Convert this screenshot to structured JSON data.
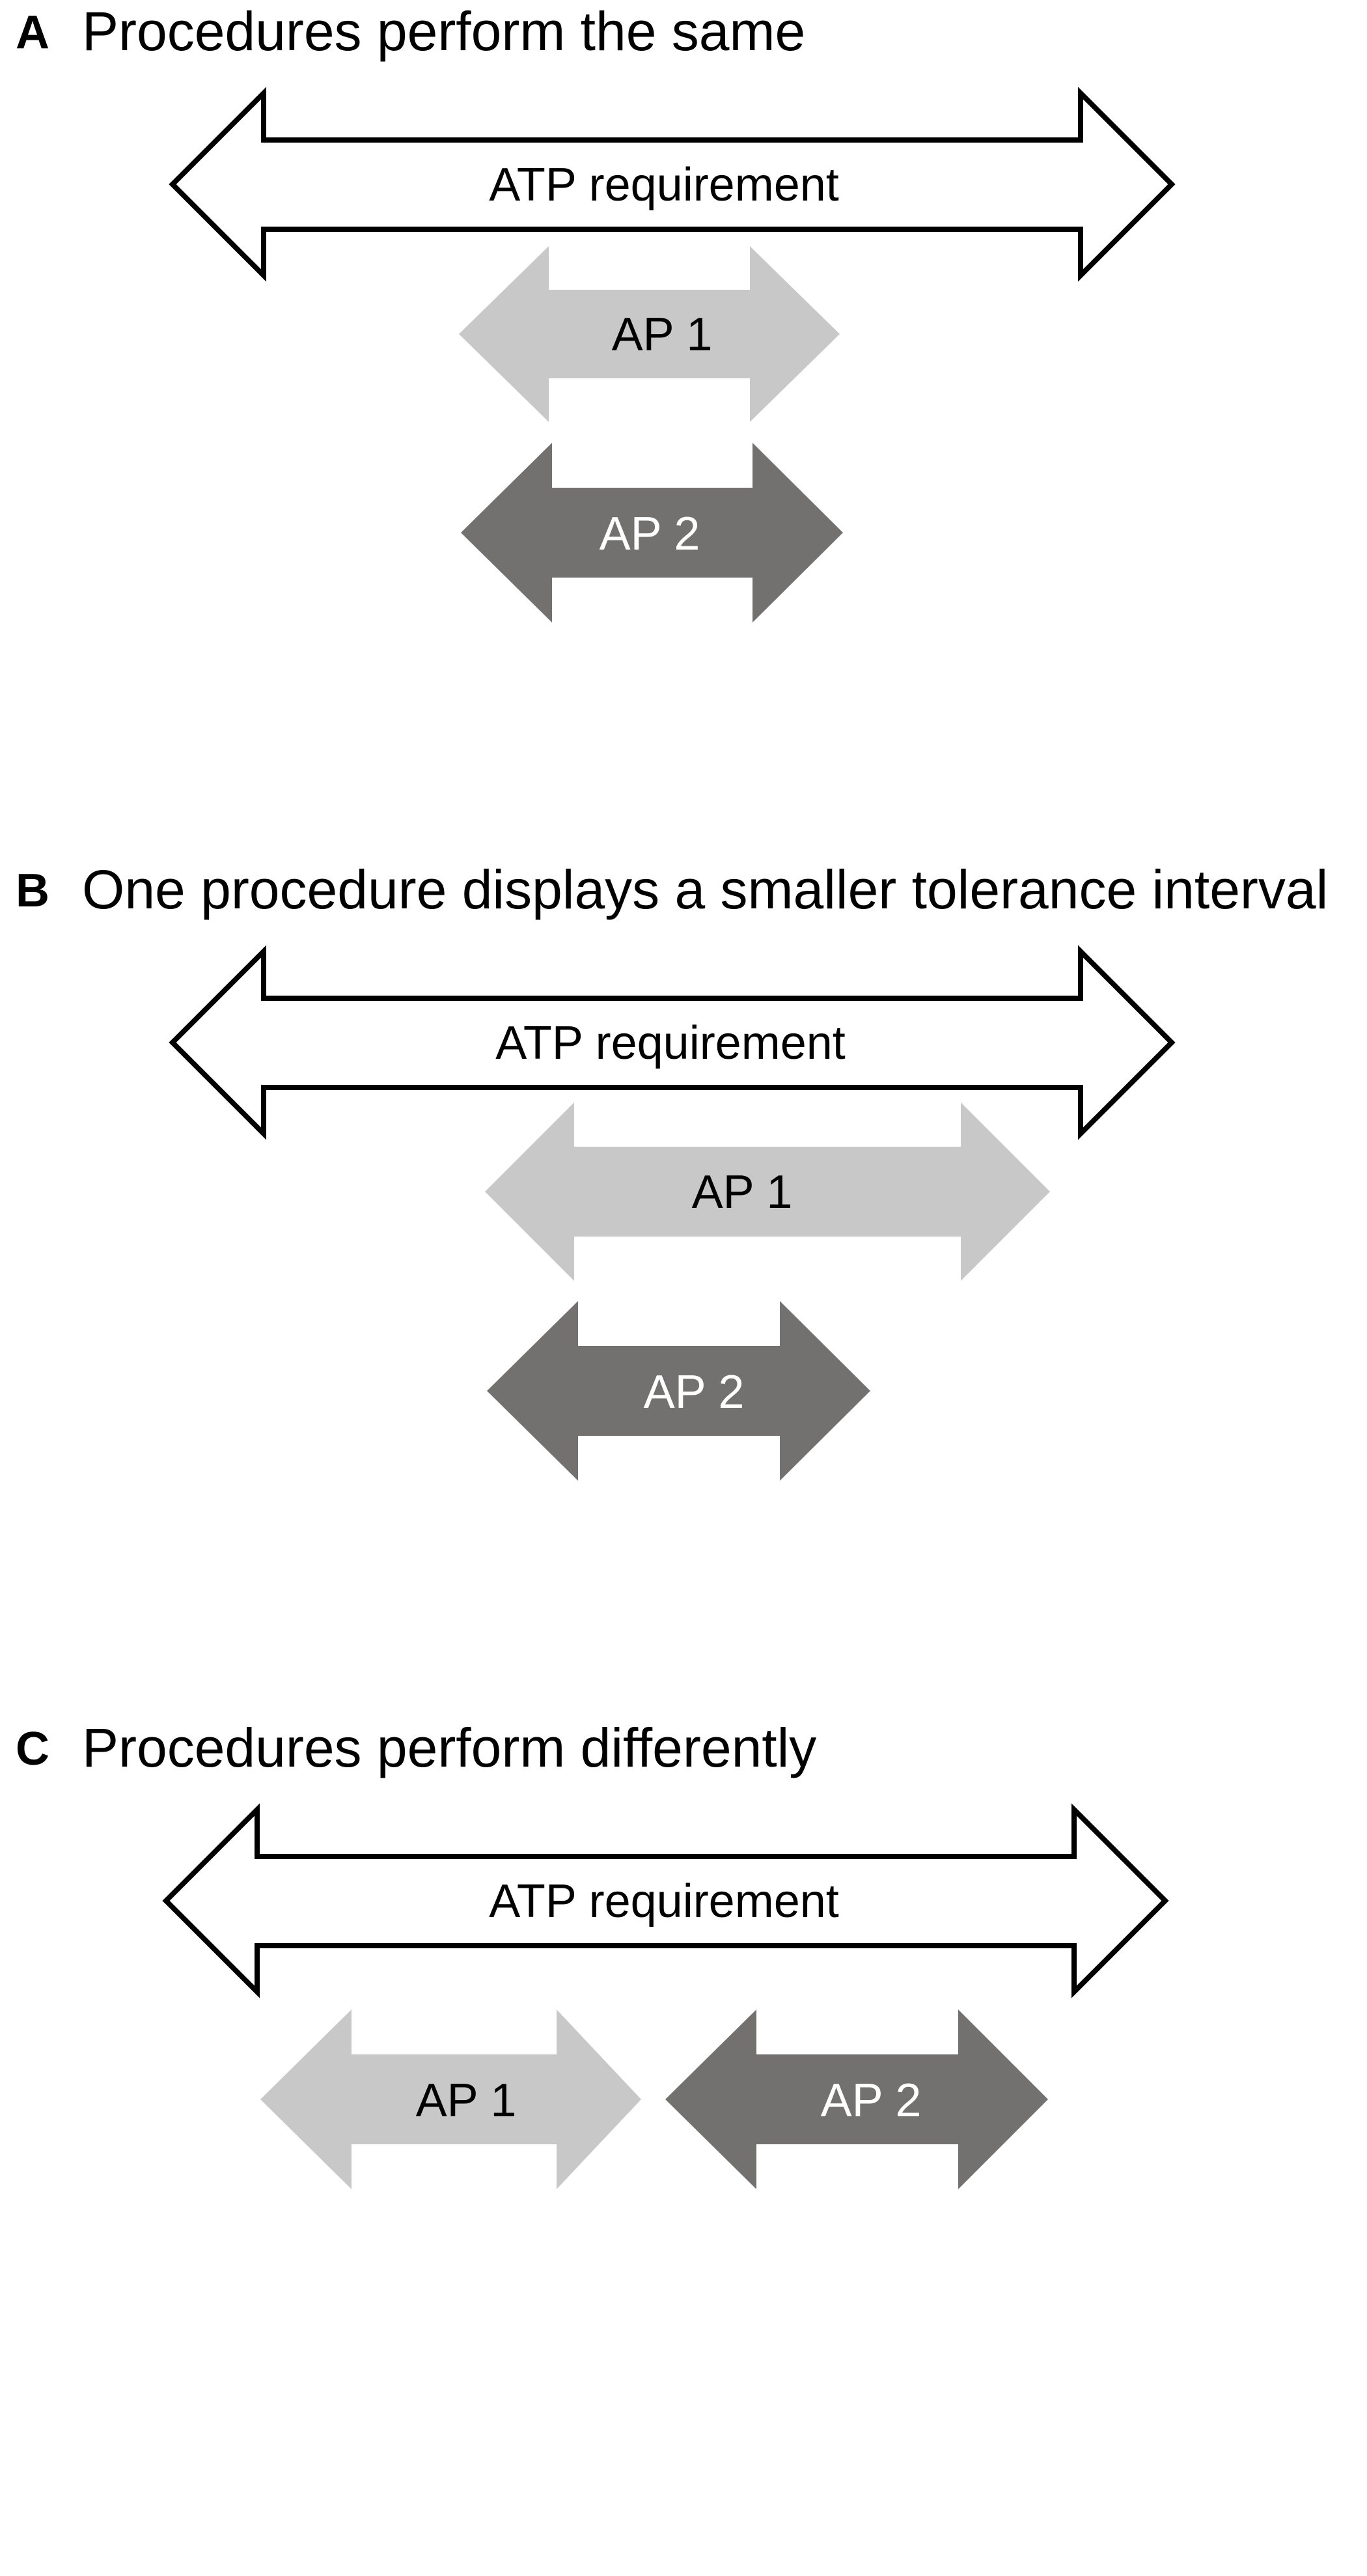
{
  "colors": {
    "background": "#ffffff",
    "outline": "#000000",
    "ap1_fill": "#c8c8c8",
    "ap2_fill": "#737070",
    "ap1_text": "#000000",
    "ap2_text": "#ffffff"
  },
  "panels": [
    {
      "letter": "A",
      "title": "Procedures perform the same",
      "requirement_label": "ATP requirement",
      "ap1_label": "AP 1",
      "ap2_label": "AP 2"
    },
    {
      "letter": "B",
      "title": "One procedure displays a smaller tolerance interval",
      "requirement_label": "ATP requirement",
      "ap1_label": "AP 1",
      "ap2_label": "AP 2"
    },
    {
      "letter": "C",
      "title": "Procedures perform differently",
      "requirement_label": "ATP requirement",
      "ap1_label": "AP 1",
      "ap2_label": "AP 2"
    }
  ]
}
